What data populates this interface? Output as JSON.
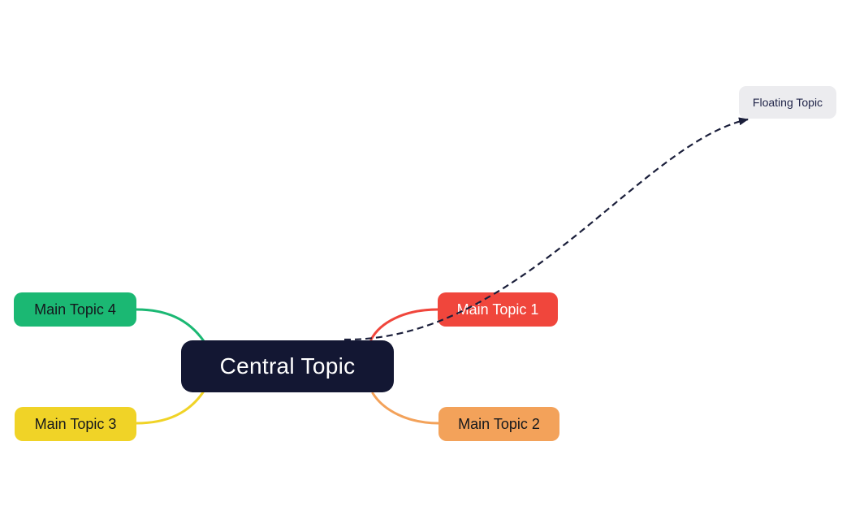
{
  "canvas": {
    "background": "#ffffff"
  },
  "mindmap": {
    "central": {
      "label": "Central Topic",
      "bg": "#131733",
      "text_color": "#ffffff"
    },
    "main_topics": [
      {
        "label": "Main Topic 1",
        "bg": "#f0463c",
        "text_color": "#ffffff"
      },
      {
        "label": "Main Topic 2",
        "bg": "#f3a25a",
        "text_color": "#15181d"
      },
      {
        "label": "Main Topic 3",
        "bg": "#f0d327",
        "text_color": "#15181d"
      },
      {
        "label": "Main Topic 4",
        "bg": "#1bb873",
        "text_color": "#15181d"
      }
    ],
    "floating": {
      "label": "Floating Topic",
      "bg": "#ececef",
      "text_color": "#22264a"
    },
    "edges": [
      {
        "from": "Central Topic",
        "to": "Main Topic 4",
        "color": "#1bb873",
        "style": "solid"
      },
      {
        "from": "Central Topic",
        "to": "Main Topic 3",
        "color": "#f0d327",
        "style": "solid"
      },
      {
        "from": "Central Topic",
        "to": "Main Topic 1",
        "color": "#f0463c",
        "style": "solid"
      },
      {
        "from": "Central Topic",
        "to": "Main Topic 2",
        "color": "#f3a25a",
        "style": "solid"
      },
      {
        "from": "Central Topic",
        "to": "Floating Topic",
        "color": "#1b1f3b",
        "style": "dashed",
        "arrow": "true"
      }
    ]
  }
}
